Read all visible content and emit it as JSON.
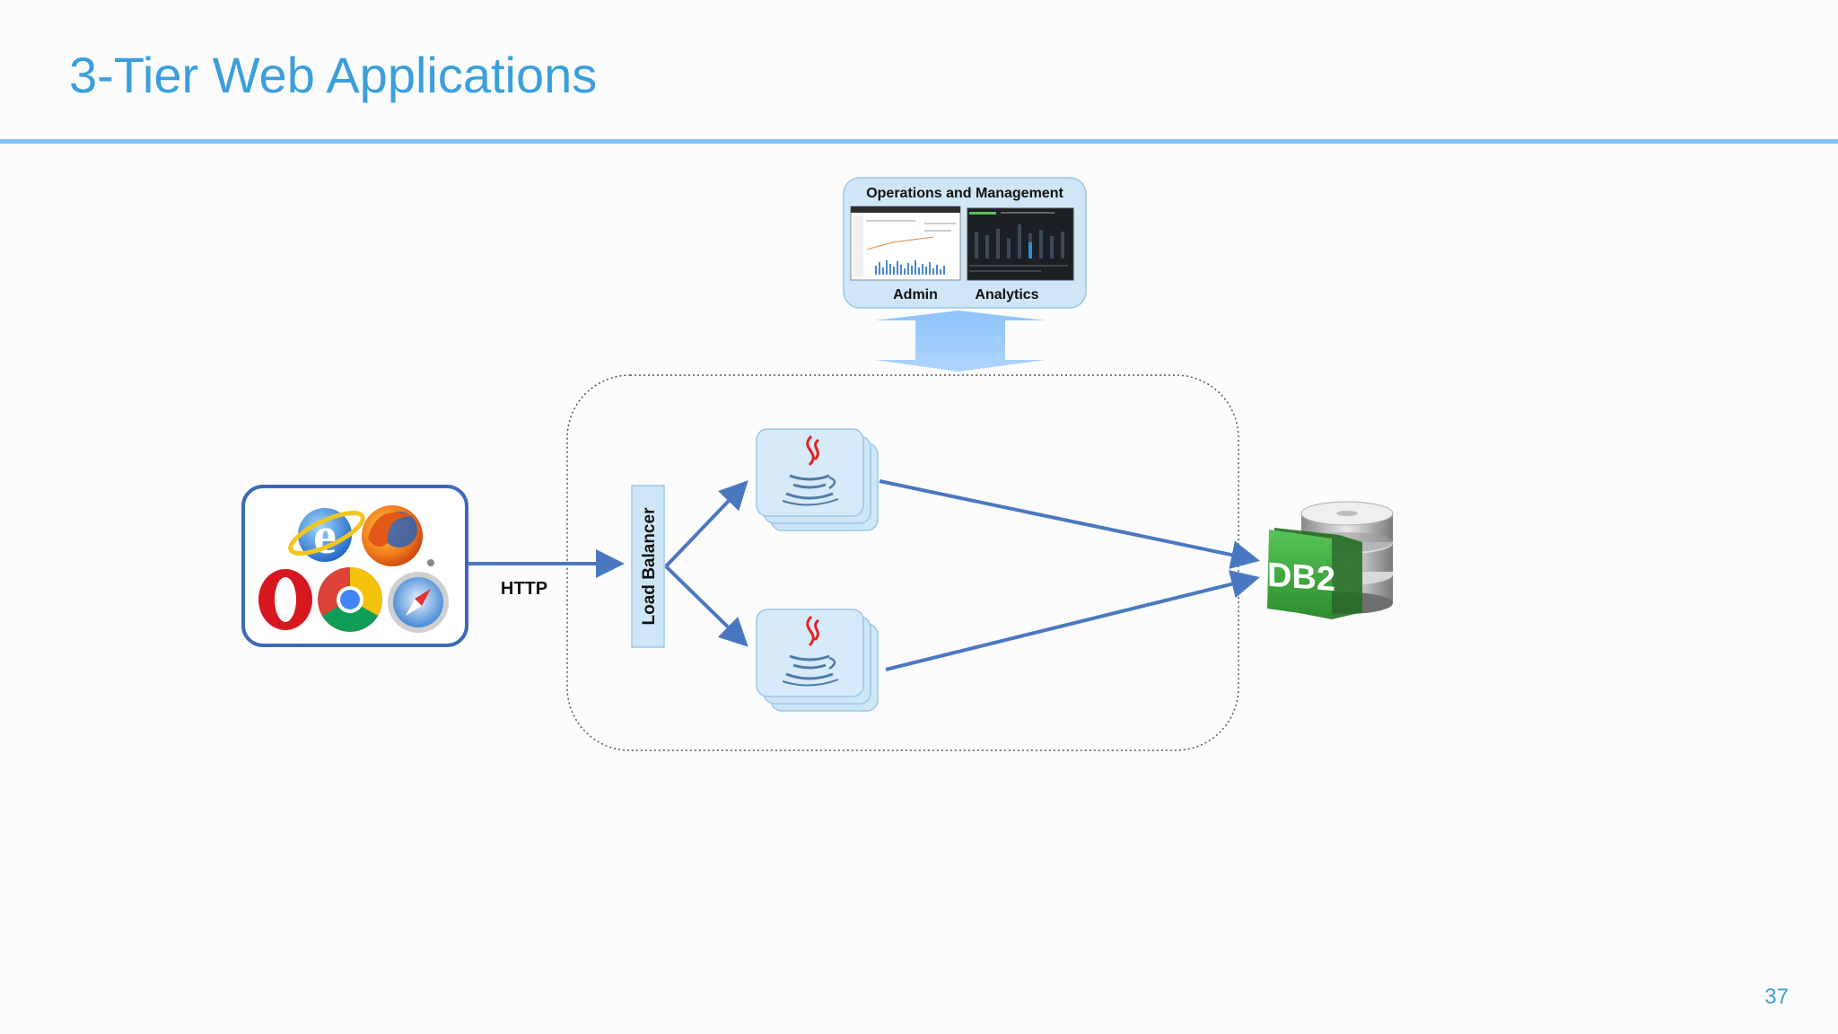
{
  "slide": {
    "title": "3-Tier Web Applications",
    "page_number": "37"
  },
  "diagram": {
    "ops_panel": {
      "title": "Operations and Management",
      "admin_label": "Admin",
      "analytics_label": "Analytics"
    },
    "http_label": "HTTP",
    "load_balancer_label": "Load Balancer",
    "database_label": "DB2",
    "browser_icons": [
      "internet-explorer-icon",
      "firefox-icon",
      "opera-icon",
      "chrome-icon",
      "safari-icon"
    ],
    "app_server_icons": [
      "java-icon",
      "java-icon"
    ]
  },
  "colors": {
    "title": "#3a9fdc",
    "rule": "#84c0f3",
    "arrow": "#4a78c0",
    "panel_fill": "#cfe6f7",
    "db_green": "#3aa53a"
  }
}
